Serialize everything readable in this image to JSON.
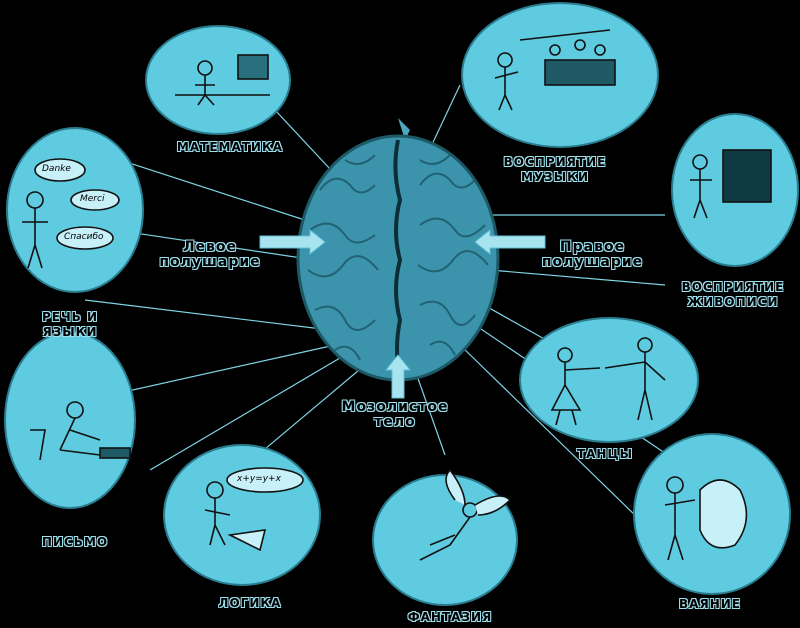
{
  "center": {
    "left_hemisphere": "Левое полушарие",
    "right_hemisphere": "Правое полушарие",
    "corpus_callosum": "Мозолистое тело"
  },
  "nodes": {
    "mathematics": "МАТЕМАТИКА",
    "music": "ВОСПРИЯТИЕ МУЗЫКИ",
    "art": "ВОСПРИЯТИЕ ЖИВОПИСИ",
    "speech": "РЕЧЬ И ЯЗЫКИ",
    "writing": "ПИСЬМО",
    "logic": "ЛОГИКА",
    "fantasy": "ФАНТАЗИЯ",
    "dance": "ТАНЦЫ",
    "sculpture": "ВАЯНИЕ"
  },
  "speech_bubbles": [
    "Danke",
    "Merci",
    "Спасибо"
  ],
  "logic_bubble": "x+y=y+x",
  "colors": {
    "background": "#000000",
    "circle": "#5fcbe0",
    "brain": "#4aa6bd",
    "line": "#7fd4e6"
  }
}
